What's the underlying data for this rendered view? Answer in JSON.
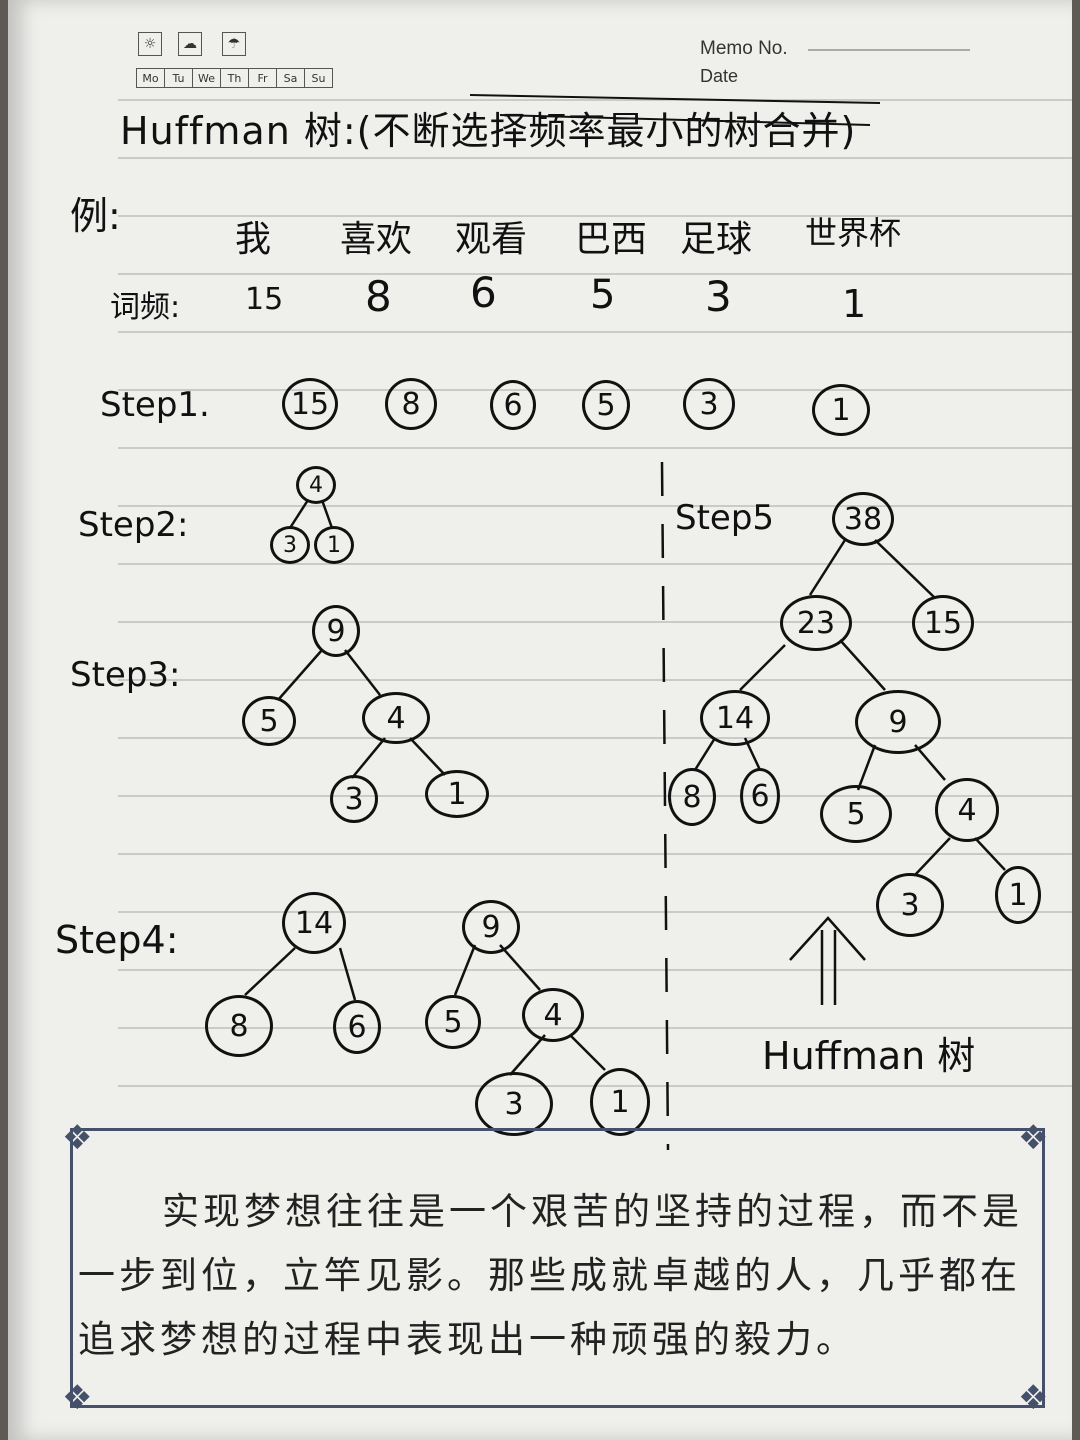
{
  "header": {
    "memo_label": "Memo No.",
    "date_label": "Date",
    "weekdays": [
      "Mo",
      "Tu",
      "We",
      "Th",
      "Fr",
      "Sa",
      "Su"
    ],
    "weather_icons": [
      "sun-icon",
      "cloud-sun-icon",
      "umbrella-icon"
    ]
  },
  "title": "Huffman 树:(不断选择频率最小的树合并)",
  "example_label": "例:",
  "words": [
    "我",
    "喜欢",
    "观看",
    "巴西",
    "足球",
    "世界杯"
  ],
  "freq_label": "词频:",
  "frequencies": [
    "15",
    "8",
    "6",
    "5",
    "3",
    "1"
  ],
  "steps": {
    "step1": {
      "label": "Step1.",
      "nodes": [
        "15",
        "8",
        "6",
        "5",
        "3",
        "1"
      ]
    },
    "step2": {
      "label": "Step2:",
      "nodes": [
        "4",
        "3",
        "1"
      ]
    },
    "step3": {
      "label": "Step3:",
      "nodes": [
        "9",
        "5",
        "4",
        "3",
        "1"
      ]
    },
    "step4": {
      "label": "Step4:",
      "nodes": [
        "14",
        "8",
        "6",
        "9",
        "5",
        "4",
        "3",
        "1"
      ]
    },
    "step5": {
      "label": "Step5",
      "nodes": [
        "38",
        "23",
        "15",
        "14",
        "9",
        "8",
        "6",
        "5",
        "4",
        "3",
        "1"
      ]
    }
  },
  "result_label": "Huffman 树",
  "quote": "实现梦想往往是一个艰苦的坚持的过程，而不是一步到位，立竿见影。那些成就卓越的人，几乎都在追求梦想的过程中表现出一种顽强的毅力。"
}
